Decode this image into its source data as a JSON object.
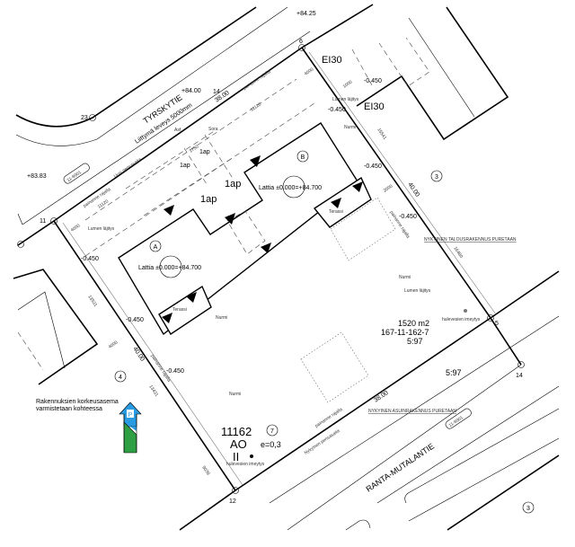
{
  "streets": {
    "north": "TYRSKYTIE",
    "south": "RANTA-MUTALANTIE"
  },
  "street_codes": {
    "north": "11-9901",
    "south": "11-9901"
  },
  "elevations": {
    "top": "+84.25",
    "north_road": "+84.00",
    "west": "+83.83"
  },
  "points": {
    "p6": "6",
    "p5": "5",
    "p11": "11",
    "p12": "12",
    "p14_north": "14",
    "p14_south": "14",
    "p23": "23"
  },
  "entrance_note": "Liittymä leveys 5000mm",
  "fire_walls": {
    "upper": "EI30",
    "lower": "EI30"
  },
  "boundary_lengths": {
    "north": "38.00",
    "east": "40.00",
    "south": "38.00",
    "west": "40.00"
  },
  "buildings": {
    "a": {
      "label": "A",
      "floor": "Lattia ±0.000=+84.700",
      "terrace": "Terassi"
    },
    "b": {
      "label": "B",
      "floor": "Lattia ±0.000=+84.700",
      "terrace": "Terassi"
    }
  },
  "parking": [
    "1ap",
    "1ap",
    "1ap",
    "1ap"
  ],
  "surfaces": {
    "gravel": "Sora",
    "asphalt": "Asf",
    "lawn": [
      "Nurmi",
      "Nurmi",
      "Nurmi",
      "Nurmi"
    ],
    "snow": [
      "Lumen läjitys",
      "Lumen läjitys",
      "Lumen läjitys"
    ]
  },
  "grades": [
    "-0.450",
    "-0.450",
    "-0.450",
    "-0.450",
    "-0.450",
    "-0.450",
    "-0.450"
  ],
  "hedges": {
    "new": "Uusi pensasaita",
    "pressure": "painanne rajalla",
    "existing": "Nykyinen pensasaita"
  },
  "demolition": {
    "outbuilding": "NYKYINEN TALOUSRAKENNUS PURETAAN",
    "house": "NYKYINEN ASUINRAKENNUS PURETAAN"
  },
  "plot": {
    "area": "1520 m2",
    "id": "167-11-162-7",
    "ratio": "5:97",
    "ratio_street": "5:97"
  },
  "zoning": {
    "block": "11162",
    "use": "AO",
    "floors": "II",
    "plot_no": "7",
    "efficiency": "e=0,3",
    "storm": "hulevesien imeytys",
    "storm2": "hulevesien imeytys"
  },
  "neighbours": {
    "east": "3",
    "west": "4",
    "southeast": "3"
  },
  "dims": [
    "4000",
    "4000",
    "4000",
    "1000",
    "2000",
    "11120",
    "11120",
    "13531",
    "13431",
    "9039",
    "15541",
    "16480",
    "1750"
  ],
  "note": {
    "line1": "Rakennuksien korkeusasema",
    "line2": "varmistetaan kohteessa"
  },
  "north_arrow": {
    "letter": "P",
    "colors": {
      "top": "#2a9be0",
      "bottom": "#2ea043"
    }
  }
}
